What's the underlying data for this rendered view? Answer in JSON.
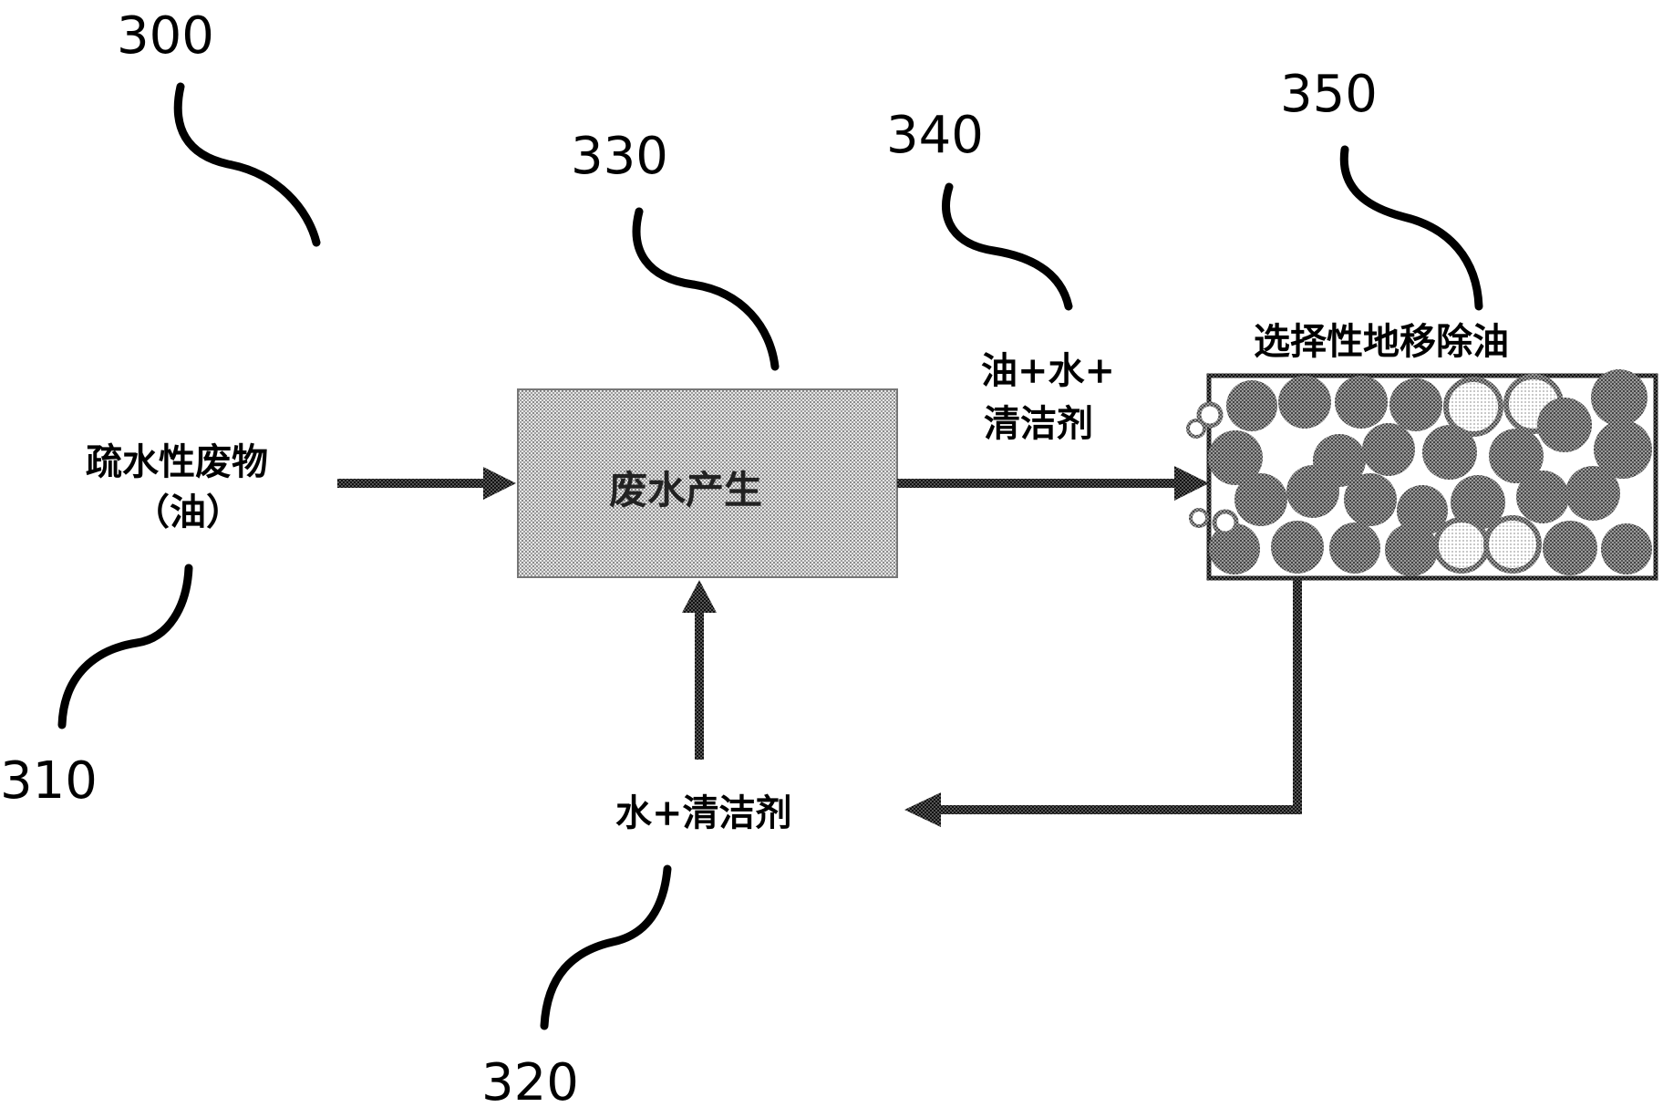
{
  "refs": {
    "r300": "300",
    "r310": "310",
    "r320": "320",
    "r330": "330",
    "r340": "340",
    "r350": "350"
  },
  "labels": {
    "input_line1": "疏水性废物",
    "input_line2": "（油）",
    "process_box": "废水产生",
    "stream_line1": "油+水+",
    "stream_line2": "清洁剂",
    "filter_title": "选择性地移除油",
    "recycle": "水+清洁剂"
  },
  "colors": {
    "box_fill": "#bdbdbd",
    "bead_fill": "#6e6e6e",
    "arrow": "#1a1a1a"
  }
}
